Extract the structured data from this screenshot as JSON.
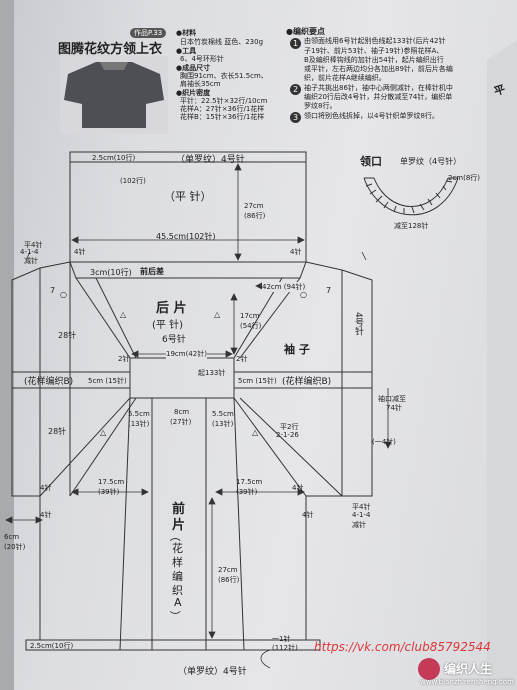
{
  "header": {
    "title": "图腾花纹方领上衣",
    "badge": "作品P.33",
    "material_title": "●材料",
    "material_text": "日本竹炭棉线  蓝色、230g",
    "tool_title": "●工具",
    "tool_text": "6、4号环形针",
    "size_title": "●成品尺寸",
    "size_line1": "胸围91cm、衣长51.5cm、",
    "size_line2": "肩袖长35cm",
    "gauge_title": "●织片密度",
    "gauge_line1": "平针：22.5针×32行/10cm",
    "gauge_line2": "花样A：27针×36行/1花样",
    "gauge_line3": "花样B：15针×36行/1花样"
  },
  "instructions": {
    "title": "●编织要点",
    "step1_lines": [
      "由领面线用6号针起别色线起133针(后片42针",
      "子19针、前片53针、袖子19针)参照花样A、",
      "B及编织棒钩线的加针出54针，起片编织出行",
      "或平针，左右两边均分各加出89针，前后片各编",
      "织，前片花样A继续编织。"
    ],
    "step2_lines": [
      "袖子共挑出86针，袖中心两侧减针，在棒针机中",
      "编织20行后改4号针，并分散减至74针，编织单",
      "罗纹8行。"
    ],
    "step3_lines": [
      "领口将别色线拆掉，以4号针织单罗纹8行。"
    ],
    "side_chars": "平"
  },
  "collar": {
    "title": "领口",
    "subtitle": "单罗纹（4号针）",
    "rows": "2cm(8行)",
    "decrease": "减至128针"
  },
  "back": {
    "rib_left": "2.5cm(10行)",
    "rib_label": "（单罗纹）4号针",
    "stitch_label": "（平 针）",
    "rows_102": "(102行)",
    "height": "27cm",
    "height_rows": "(86行)",
    "width": "45.5cm(102针)",
    "neck_label": "前后差",
    "neck_width": "3cm(10行)",
    "center_width": "42cm (94针)",
    "left_4": "4针",
    "right_4": "4针",
    "piece_name": "后 片",
    "piece_stitch": "(平 针)",
    "needle": "6号针",
    "height2": "17cm",
    "height2_rows": "(54行)",
    "center_sts": "19cm(42针)",
    "start_sts": "起133针",
    "left_2": "2针",
    "right_2": "2针",
    "diag_left": "28针",
    "seven_left": "7",
    "seven_right": "7",
    "circle": "○",
    "triangle": "△"
  },
  "left_notes": {
    "shaping": [
      "平4针",
      "4-1-4",
      "减针"
    ]
  },
  "sleeve": {
    "label": "袖 子",
    "needle": "4号针",
    "cuff": [
      "袖口减至",
      "74针"
    ],
    "minus4": "(一4针)",
    "shaping": [
      "平4针",
      "4-1-4",
      "减针"
    ],
    "pattern_b_left": "(花样编织B)",
    "pattern_b_right": "(花样编织B)",
    "width_left": "5cm (15针)",
    "width_right": "5cm (15针)"
  },
  "front": {
    "piece_name": [
      "前",
      "片"
    ],
    "pattern": [
      "（",
      "花",
      "样",
      "编",
      "织",
      "A",
      "）"
    ],
    "center_width": "8cm",
    "center_sts": "(27针)",
    "side_width": "5.5cm",
    "side_sts": "(13针)",
    "side_width_r": "5.5cm",
    "side_sts_r": "(13针)",
    "flat_2": "平2行",
    "inc": "2-1-26",
    "diag_left": "28针",
    "width_left": "17.5cm",
    "width_left_sts": "(39针)",
    "width_right": "17.5cm",
    "width_right_sts": "(39针)",
    "four_l": "4针",
    "four_r": "4针",
    "four_l2": "4针",
    "four_r2": "4针",
    "height": "27cm",
    "height_rows": "(86行)",
    "rib_left": "2.5cm(10行)",
    "rib_label": "（单罗纹）4号针",
    "minus_sts": "一1针",
    "minus_rows": "(112针)"
  },
  "hem": {
    "size": "6cm",
    "sts": "(20针)"
  },
  "footer": {
    "url": "https://vk.com/club85792544",
    "logo_text": "编织人生",
    "site": "www.bianzhirensheng.com"
  }
}
